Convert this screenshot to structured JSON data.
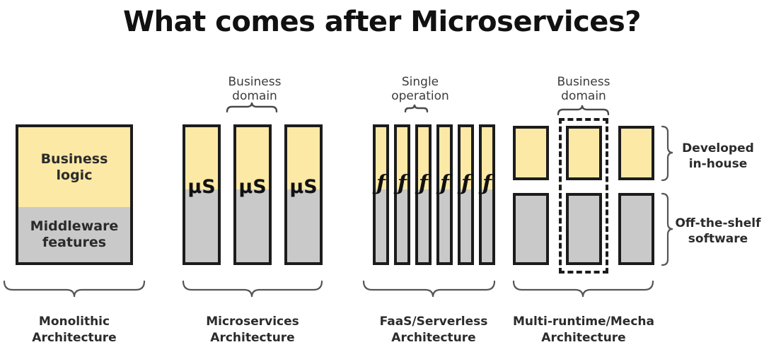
{
  "title": "What comes after Microservices?",
  "palette": {
    "business_logic_yellow": "#fce9a6",
    "middleware_gray": "#c9c9c9",
    "outline_black": "#1c1c1c",
    "text_dark": "#2b2b2b",
    "background": "#ffffff"
  },
  "monolith": {
    "top_label_line1": "Business",
    "top_label_line2": "logic",
    "bottom_label_line1": "Middleware",
    "bottom_label_line2": "features",
    "caption_line1": "Monolithic",
    "caption_line2": "Architecture"
  },
  "microservices": {
    "annotation_line1": "Business",
    "annotation_line2": "domain",
    "bar_glyph": "μS",
    "bar_count": 3,
    "caption_line1": "Microservices",
    "caption_line2": "Architecture"
  },
  "faas": {
    "annotation_line1": "Single",
    "annotation_line2": "operation",
    "bar_glyph": "ƒ",
    "bar_count": 6,
    "caption_line1": "FaaS/Serverless",
    "caption_line2": "Architecture"
  },
  "multiruntime": {
    "annotation_line1": "Business",
    "annotation_line2": "domain",
    "column_count": 3,
    "row_top_label_line1": "Developed",
    "row_top_label_line2": "in-house",
    "row_bottom_label_line1": "Off-the-shelf",
    "row_bottom_label_line2": "software",
    "caption_line1": "Multi-runtime/Mecha",
    "caption_line2": "Architecture"
  }
}
